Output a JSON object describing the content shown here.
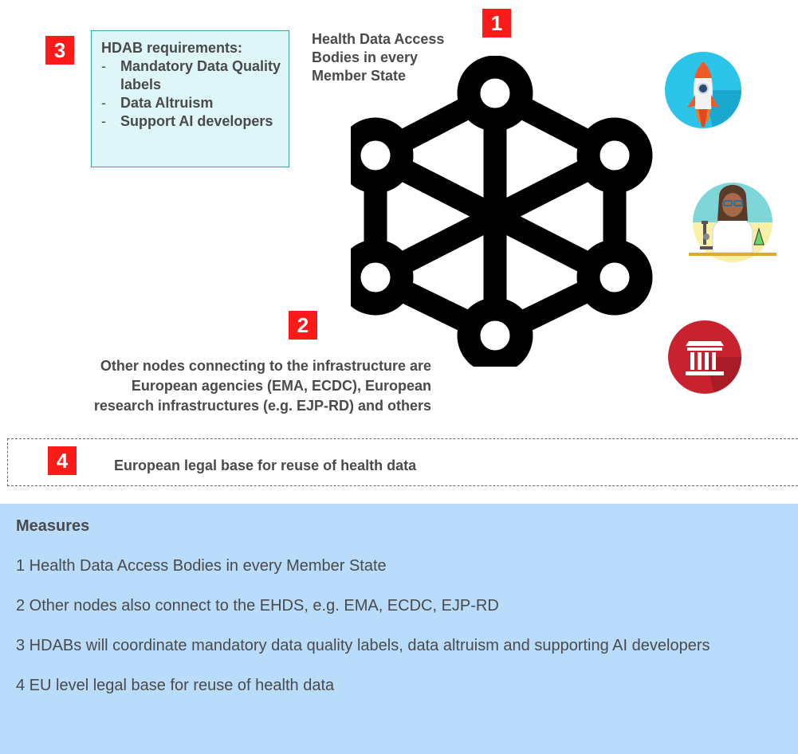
{
  "badges": [
    "1",
    "2",
    "3",
    "4"
  ],
  "hdab_box": {
    "title": "HDAB requirements:",
    "items": [
      "Mandatory Data Quality labels",
      "Data Altruism",
      "Support AI developers"
    ]
  },
  "network": {
    "label_line1": "Health Data Access",
    "label_line2": "Bodies in every",
    "label_line3": "Member State",
    "color": "#000000"
  },
  "other_nodes": {
    "line1": "Other nodes connecting to the infrastructure are",
    "line2": "European agencies (EMA, ECDC), European",
    "line3": "research infrastructures (e.g. EJP-RD) and others"
  },
  "icons": [
    "rocket-icon",
    "scientist-icon",
    "institution-icon"
  ],
  "legal_base": {
    "text": "European legal base for reuse of health data"
  },
  "measures": {
    "title": "Measures",
    "items": [
      "1 Health Data Access Bodies in every Member State",
      "2 Other nodes also connect to the EHDS, e.g. EMA, ECDC, EJP-RD",
      "3 HDABs will coordinate mandatory data quality labels, data altruism and supporting AI developers",
      "4 EU level legal base for reuse of health data"
    ]
  },
  "colors": {
    "badge": "#ff1a1a",
    "hdab_box_bg": "#def6f7",
    "hdab_box_border": "#3c9ea3",
    "measures_bg": "#b9dcfb",
    "text": "#4a4a4a"
  }
}
